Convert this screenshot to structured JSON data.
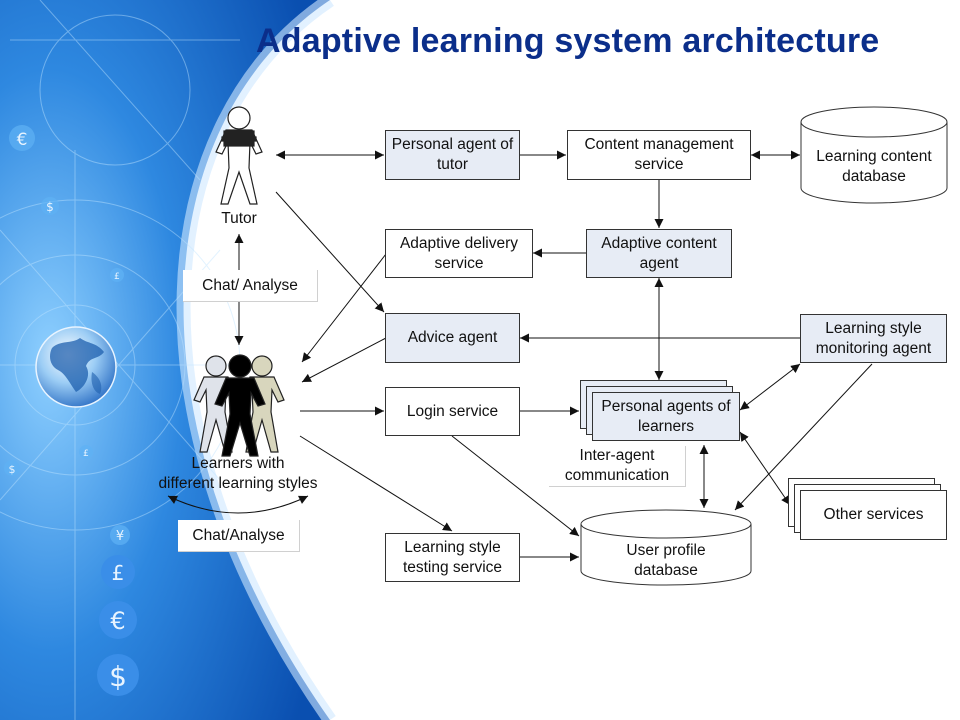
{
  "title": "Adaptive learning system architecture",
  "nodes": {
    "tutor_label": "Tutor",
    "learners_label_line1": "Learners with",
    "learners_label_line2": "different learning styles",
    "chat_analyse_top": "Chat/  Analyse",
    "chat_analyse_bottom": "Chat/Analyse",
    "personal_agent_tutor": "Personal agent of tutor",
    "content_management": "Content management service",
    "learning_content_db": "Learning content database",
    "adaptive_delivery": "Adaptive delivery service",
    "adaptive_content_agent": "Adaptive content agent",
    "advice_agent": "Advice agent",
    "learning_style_monitoring": "Learning style monitoring agent",
    "login_service": "Login service",
    "personal_agents_learners": "Personal agents of learners",
    "inter_agent": "Inter-agent communication",
    "other_services": "Other services",
    "learning_style_testing": "Learning style testing service",
    "user_profile_db": "User profile database"
  },
  "colors": {
    "title": "#0b2e8a",
    "agent_box_fill": "#e7ecf5",
    "background_blue": "#1f6fd1"
  },
  "decor_icons": [
    "euro-icon",
    "dollar-icon",
    "pound-icon",
    "yen-icon",
    "globe-icon"
  ]
}
